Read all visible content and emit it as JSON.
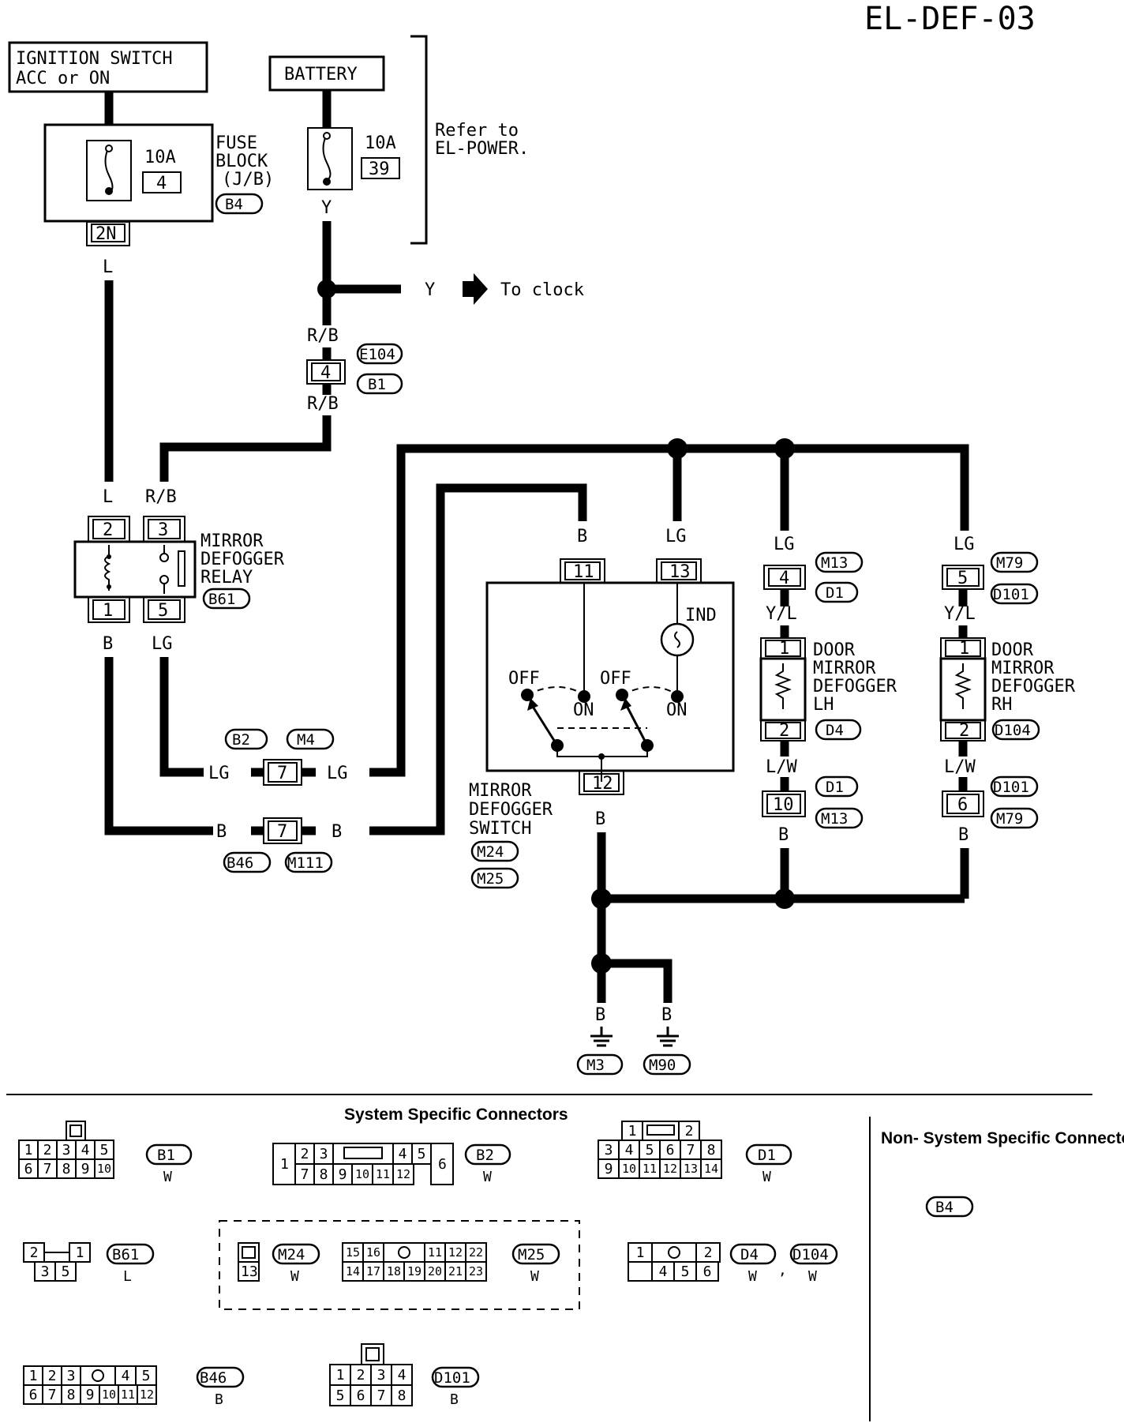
{
  "page_id": "EL-DEF-03",
  "power": {
    "ignition_line1": "IGNITION SWITCH",
    "ignition_line2": "ACC or ON",
    "battery": "BATTERY",
    "fuse1_rating": "10A",
    "fuse1_number": "4",
    "fuse2_rating": "10A",
    "fuse2_number": "39",
    "fuse_block_line1": "FUSE",
    "fuse_block_line2": "BLOCK",
    "fuse_block_line3": "(J/B)",
    "fuse_block_conn": "B4",
    "fuse_block_terminal": "2N",
    "refer_line1": "Refer to",
    "refer_line2": "EL-POWER."
  },
  "clock_branch": {
    "wire": "Y",
    "label": "To clock"
  },
  "relay": {
    "line1": "MIRROR",
    "line2": "DEFOGGER",
    "line3": "RELAY",
    "conn": "B61",
    "pins": [
      "2",
      "3",
      "1",
      "5"
    ]
  },
  "switch": {
    "line1": "MIRROR",
    "line2": "DEFOGGER",
    "line3": "SWITCH",
    "conn1": "M24",
    "conn2": "M25",
    "pins": [
      "11",
      "13",
      "12"
    ],
    "ind": "IND",
    "off": "OFF",
    "on": "ON"
  },
  "lh": {
    "line1": "DOOR",
    "line2": "MIRROR",
    "line3": "DEFOGGER",
    "line4": "LH",
    "conn": "D4"
  },
  "rh": {
    "line1": "DOOR",
    "line2": "MIRROR",
    "line3": "DEFOGGER",
    "line4": "RH",
    "conn": "D104"
  },
  "joints": {
    "e104": "E104",
    "b1": "B1",
    "jpin4": "4",
    "b2": "B2",
    "m4": "M4",
    "b46": "B46",
    "m111": "M111",
    "jpin7": "7",
    "m13": "M13",
    "d1": "D1",
    "m79": "M79",
    "d101": "D101",
    "lh_top_pin": "4",
    "lh_bot_pin": "10",
    "rh_top_pin": "5",
    "rh_bot_pin": "6",
    "lh_dev_pin1": "1",
    "lh_dev_pin2": "2",
    "rh_dev_pin1": "1",
    "rh_dev_pin2": "2"
  },
  "wires": {
    "L": "L",
    "Y": "Y",
    "RB": "R/B",
    "B": "B",
    "LG": "LG",
    "YL": "Y/L",
    "LW": "L/W"
  },
  "grounds": [
    "M3",
    "M90"
  ],
  "connectors_section": {
    "system_title": "System Specific Connectors",
    "non_system_title": "Non- System Specific Connectors",
    "non_system_conn": "B4",
    "b1": {
      "name": "B1",
      "color": "W",
      "top": [
        "1",
        "2",
        "3",
        "4",
        "5"
      ],
      "bottom": [
        "6",
        "7",
        "8",
        "9",
        "10"
      ]
    },
    "b2": {
      "name": "B2",
      "color": "W",
      "top": [
        "2",
        "3",
        "4",
        "5"
      ],
      "bottom": [
        "7",
        "8",
        "9",
        "10",
        "11",
        "12"
      ],
      "left": "1",
      "right": "6"
    },
    "d1": {
      "name": "D1",
      "color": "W",
      "top": [
        "1",
        "2"
      ],
      "mid": [
        "3",
        "4",
        "5",
        "6",
        "7",
        "8"
      ],
      "bottom": [
        "9",
        "10",
        "11",
        "12",
        "13",
        "14"
      ]
    },
    "b61": {
      "name": "B61",
      "color": "L",
      "top": [
        "2",
        "1"
      ],
      "bottom": [
        "3",
        "5"
      ]
    },
    "m24": {
      "name": "M24",
      "color": "W",
      "pin": "13"
    },
    "m25": {
      "name": "M25",
      "color": "W",
      "top_left": [
        "15",
        "16"
      ],
      "top_right": [
        "11",
        "12",
        "22"
      ],
      "bottom": [
        "14",
        "17",
        "18",
        "19",
        "20",
        "21",
        "23"
      ]
    },
    "d4": {
      "name": "D4",
      "color": "W",
      "top": [
        "1",
        "2"
      ],
      "bottom": [
        "4",
        "5",
        "6"
      ]
    },
    "d104": {
      "name": "D104",
      "color": "W"
    },
    "b46": {
      "name": "B46",
      "color": "B",
      "top": [
        "1",
        "2",
        "3",
        "4",
        "5"
      ],
      "bottom": [
        "6",
        "7",
        "8",
        "9",
        "10",
        "11",
        "12"
      ]
    },
    "d101": {
      "name": "D101",
      "color": "B",
      "top": [
        "1",
        "2",
        "3",
        "4"
      ],
      "bottom": [
        "5",
        "6",
        "7",
        "8"
      ]
    }
  }
}
